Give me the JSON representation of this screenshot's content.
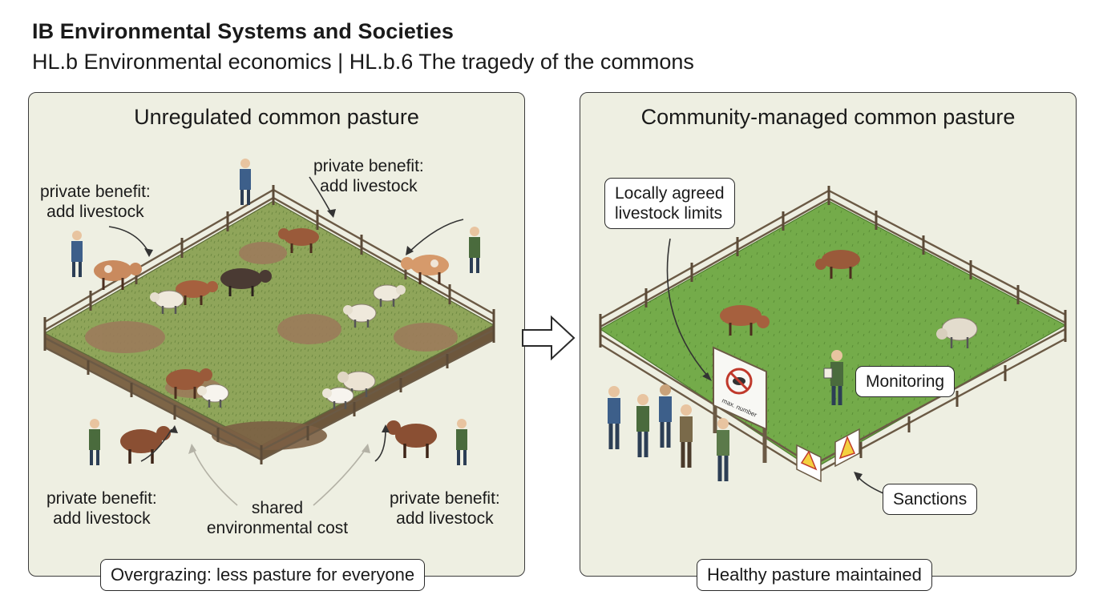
{
  "header": {
    "title": "IB Environmental Systems and Societies",
    "subtitle": "HL.b Environmental economics | HL.b.6 The tragedy of the commons"
  },
  "left_panel": {
    "title": "Unregulated common pasture",
    "labels": {
      "top_left": [
        "private benefit:",
        "add livestock"
      ],
      "top_right": [
        "private benefit:",
        "add livestock"
      ],
      "bottom_left": [
        "private benefit:",
        "add livestock"
      ],
      "bottom_right": [
        "private benefit:",
        "add livestock"
      ],
      "bottom_center": [
        "shared",
        "environmental cost"
      ]
    },
    "caption": "Overgrazing: less pasture for everyone"
  },
  "right_panel": {
    "title": "Community-managed common pasture",
    "labels": {
      "limits": [
        "Locally agreed",
        "livestock limits"
      ],
      "monitoring": "Monitoring",
      "sanctions": "Sanctions"
    },
    "sign_text": "max. number",
    "caption": "Healthy pasture maintained"
  },
  "colors": {
    "panel_bg": "#eeefe2",
    "overgrazed_grass": "#8fa55a",
    "bare_soil": "#9c7b5b",
    "healthy_grass": "#74ab4a",
    "cow_brown": "#9a5a3a",
    "sheep": "#efe9dc"
  }
}
